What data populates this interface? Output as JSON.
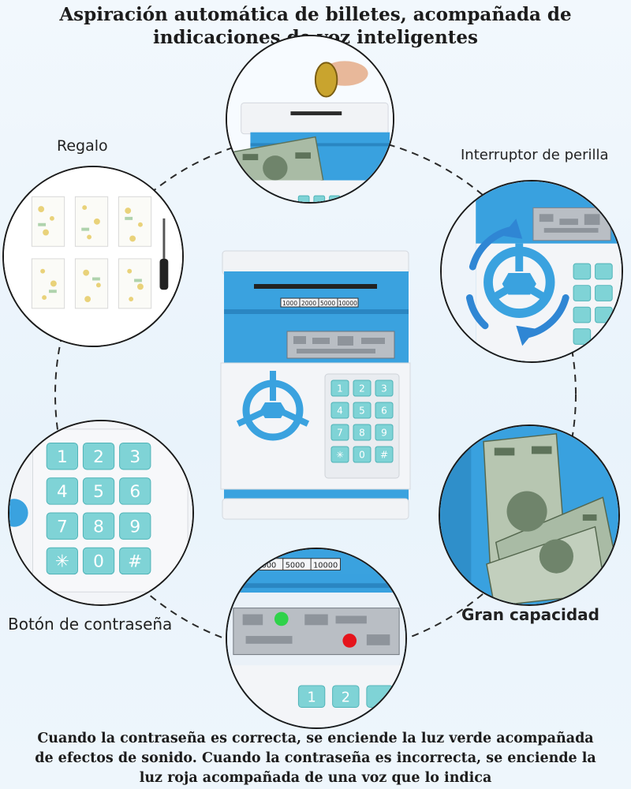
{
  "headline": {
    "line1": "Aspiración automática de billetes, acompañada de",
    "line2": "indicaciones de voz inteligentes"
  },
  "features": {
    "gift": "Regalo",
    "knob": "Interruptor de perilla",
    "password": "Botón de contraseña",
    "capacity": "Gran capacidad"
  },
  "slot_labels": [
    "1000",
    "2000",
    "5000",
    "10000"
  ],
  "keypad_keys": [
    "1",
    "2",
    "3",
    "4",
    "5",
    "6",
    "7",
    "8",
    "9",
    "✳",
    "0",
    "#"
  ],
  "footer": {
    "line1": "Cuando la contraseña es correcta, se enciende la luz verde acompañada",
    "line2": "de efectos de sonido. Cuando la contraseña es incorrecta, se enciende la",
    "line3": "luz roja acompañada de una voz que lo indica"
  },
  "colors": {
    "body_blue": "#3aa2df",
    "key_teal": "#7fd3d6",
    "white_panel": "#f3f5f8",
    "green_light": "#2fd24a",
    "red_light": "#e5141c",
    "bill_green": "#7f9a7c"
  }
}
